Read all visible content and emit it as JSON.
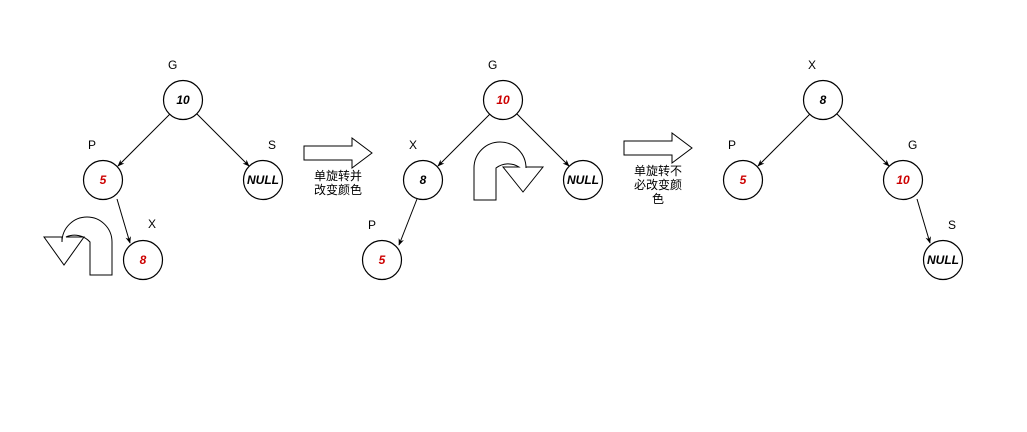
{
  "colors": {
    "red": "#cc0000",
    "black": "#000000"
  },
  "panel1": {
    "node_g": {
      "label": "G",
      "value": "10",
      "value_color": "#000000"
    },
    "node_p": {
      "label": "P",
      "value": "5",
      "value_color": "#cc0000"
    },
    "node_s": {
      "label": "S",
      "value": "NULL",
      "value_color": "#000000"
    },
    "node_x": {
      "label": "X",
      "value": "8",
      "value_color": "#cc0000"
    }
  },
  "step1": {
    "caption_line1": "单旋转并",
    "caption_line2": "改变颜色"
  },
  "panel2": {
    "node_g": {
      "label": "G",
      "value": "10",
      "value_color": "#cc0000"
    },
    "node_x": {
      "label": "X",
      "value": "8",
      "value_color": "#000000"
    },
    "node_s": {
      "value": "NULL",
      "value_color": "#000000"
    },
    "node_p": {
      "label": "P",
      "value": "5",
      "value_color": "#cc0000"
    }
  },
  "step2": {
    "caption_line1": "单旋转不",
    "caption_line2": "必改变颜",
    "caption_line3": "色"
  },
  "panel3": {
    "node_x": {
      "label": "X",
      "value": "8",
      "value_color": "#000000"
    },
    "node_p": {
      "label": "P",
      "value": "5",
      "value_color": "#cc0000"
    },
    "node_g": {
      "label": "G",
      "value": "10",
      "value_color": "#cc0000"
    },
    "node_s": {
      "label": "S",
      "value": "NULL",
      "value_color": "#000000"
    }
  }
}
